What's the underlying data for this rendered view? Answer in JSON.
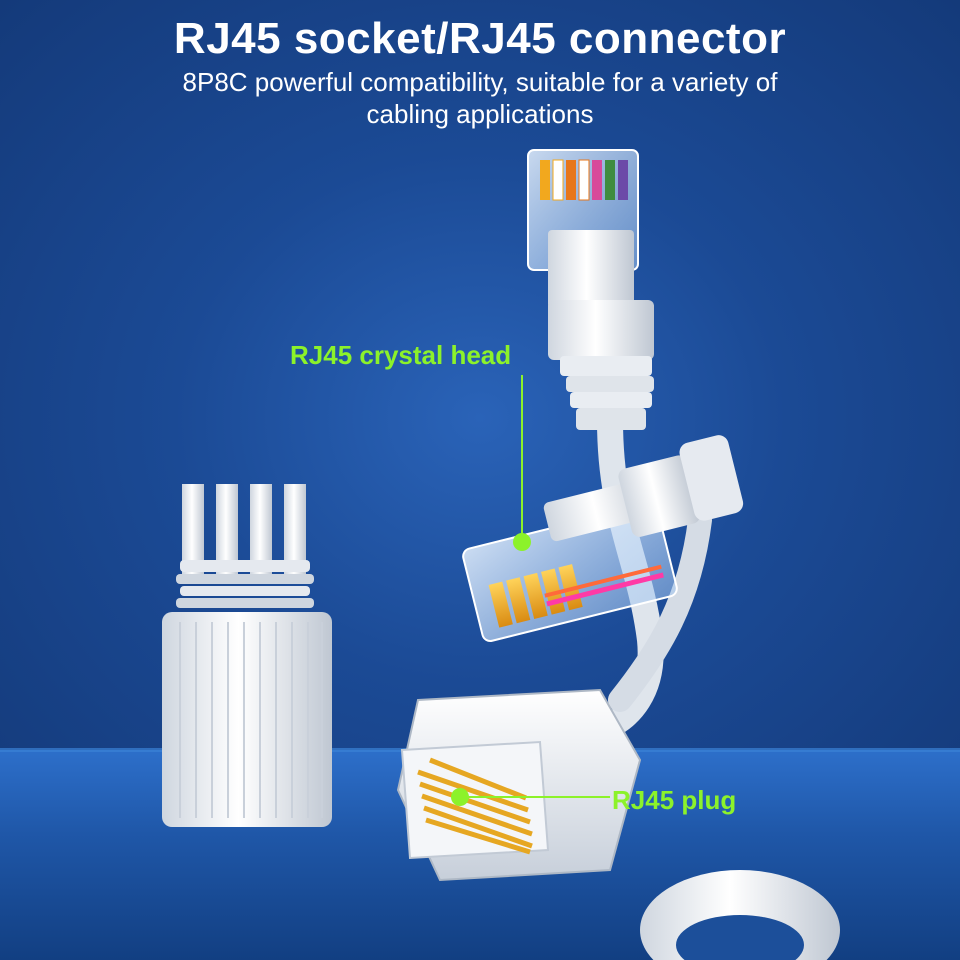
{
  "header": {
    "title": "RJ45 socket/RJ45 connector",
    "subtitle": "8P8C powerful compatibility, suitable for a variety of cabling applications"
  },
  "callouts": {
    "crystal_head": "RJ45 crystal head",
    "plug": "RJ45 plug"
  },
  "colors": {
    "accent_green": "#8cf22a",
    "background_blue": "#1b4a95",
    "text_white": "#ffffff"
  }
}
